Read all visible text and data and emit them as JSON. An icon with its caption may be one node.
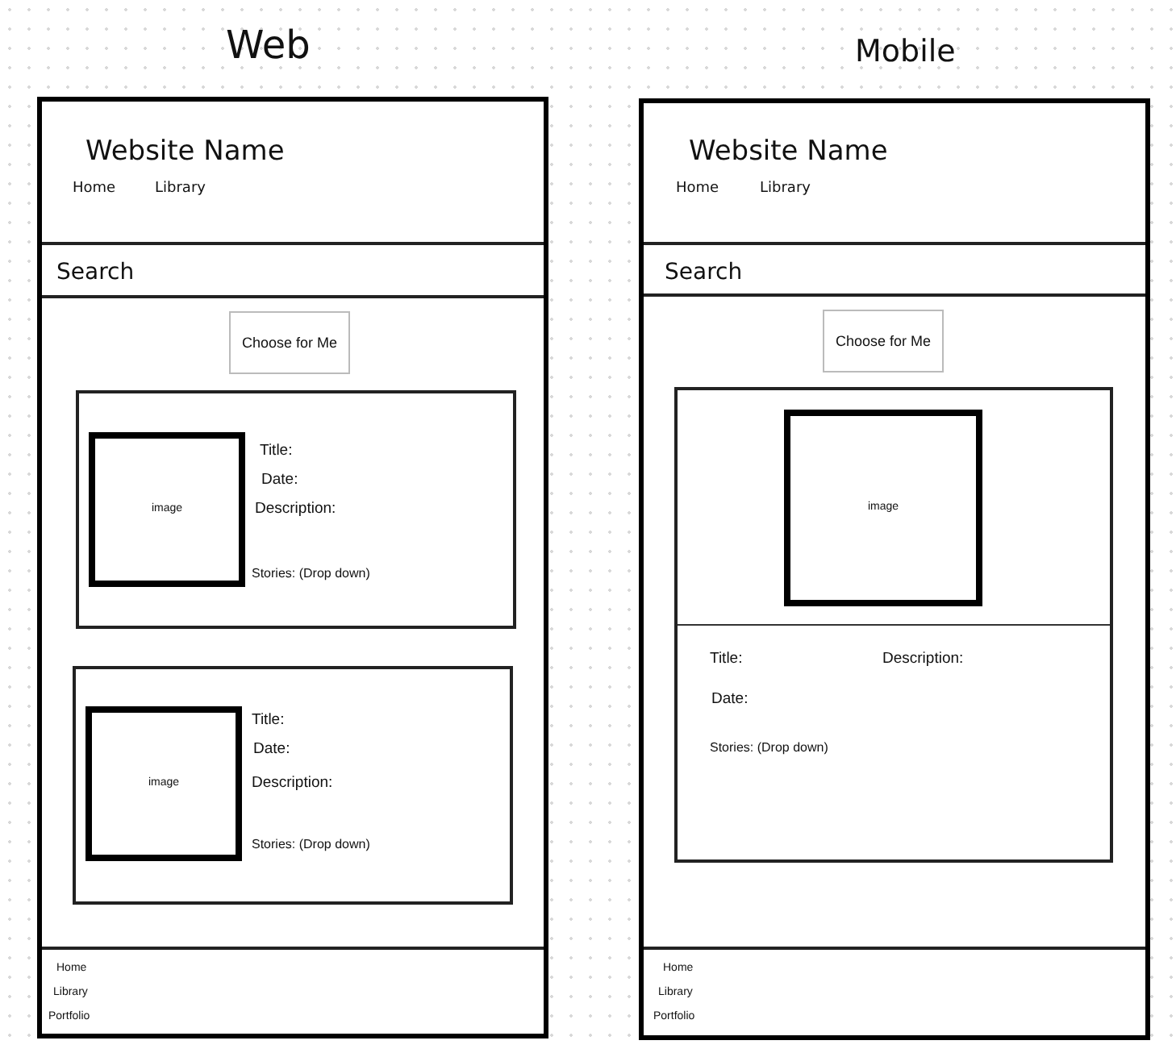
{
  "diagram": {
    "nodes": [
      {
        "text": [
          "Web"
        ]
      },
      {
        "text": [
          "Website Name",
          "Home",
          "Library"
        ],
        "in": 0
      },
      {
        "text": [
          "Search"
        ],
        "in": 0
      },
      {
        "text": [
          "Choose for Me"
        ],
        "in": 0
      },
      {
        "text": [
          "Title:",
          "Date:",
          "Description:",
          "Stories: (Drop down)"
        ],
        "in": 0
      },
      {
        "text": [
          "image"
        ],
        "in": 4
      },
      {
        "text": [
          "Title:",
          "Date:",
          "Description:",
          "Stories: (Drop down)"
        ],
        "in": 0
      },
      {
        "text": [
          "image"
        ],
        "in": 6
      },
      {
        "text": [
          "Home",
          "Library",
          "Portfolio"
        ],
        "in": 0
      },
      {
        "text": [
          "Mobile"
        ]
      },
      {
        "text": [
          "Website Name",
          "Home",
          "Library"
        ],
        "in": 9
      },
      {
        "text": [
          "Search"
        ],
        "in": 9
      },
      {
        "text": [
          "Choose for Me"
        ],
        "in": 9
      },
      {
        "text": [
          "Title:",
          "Description:",
          "Date:",
          "Stories: (Drop down)"
        ],
        "in": 9
      },
      {
        "text": [
          "image"
        ],
        "in": 13
      },
      {
        "text": [
          "Home",
          "Library",
          "Portfolio"
        ],
        "in": 9
      }
    ]
  }
}
